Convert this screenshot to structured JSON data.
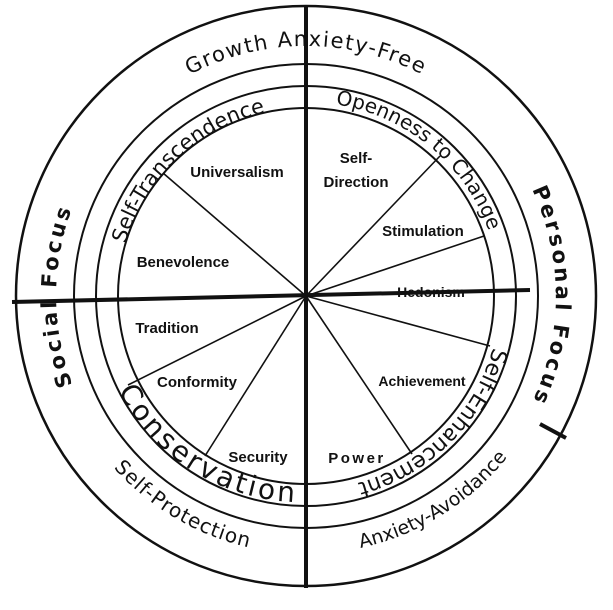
{
  "colors": {
    "ink": "#111111",
    "background": "#ffffff"
  },
  "outer_ring": {
    "top": "Growth  Anxiety-Free",
    "left": "Social Focus",
    "right": "Personal Focus",
    "bottom_left": "Self-Protection",
    "bottom_right": "Anxiety-Avoidance"
  },
  "middle_ring": {
    "self_transcendence": "Self-Transcendence",
    "openness": "Openness to Change",
    "self_enhancement": "Self-Enhancement",
    "conservation": "Conservation"
  },
  "values": {
    "universalism": "Universalism",
    "self_direction_1": "Self-",
    "self_direction_2": "Direction",
    "stimulation": "Stimulation",
    "hedonism": "Hedonism",
    "achievement": "Achievement",
    "power": "Power",
    "security": "Security",
    "conformity": "Conformity",
    "tradition": "Tradition",
    "benevolence": "Benevolence"
  }
}
